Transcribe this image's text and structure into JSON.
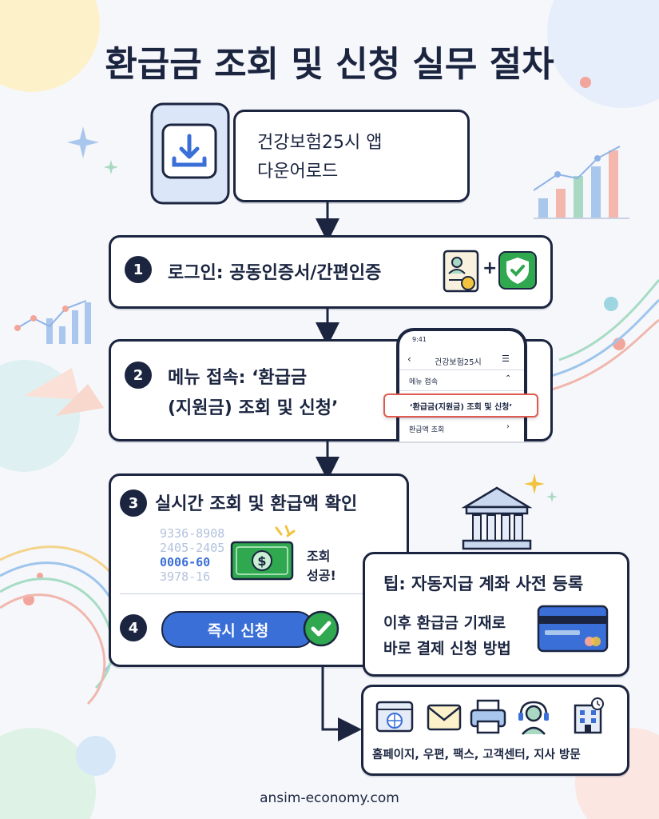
{
  "title": "환급금 조회 및 신청 실무 절차",
  "step0": {
    "line1": "건강보험25시 앱",
    "line2": "다운어로드"
  },
  "step1": {
    "num": "1",
    "label": "로그인: 공동인증서/간편인증",
    "plus": "+"
  },
  "step2": {
    "num": "2",
    "line1": "메뉴 접속: ‘환급금",
    "line2": "(지원금) 조회 및 신청’",
    "phone": {
      "time": "9:41",
      "app_title": "건강보험25시",
      "menu_label": "메뉴 접속",
      "highlight": "‘환급금(지원금) 조회 및 신청’",
      "sub_item": "환급액 조회"
    }
  },
  "step3": {
    "num": "3",
    "label": "실시간 조회 및 환급액 확인",
    "numbers": [
      "9336-8908",
      "2405-2405",
      "0006-60",
      "3978-16"
    ],
    "success_line1": "조회",
    "success_line2": "성공!"
  },
  "step4": {
    "num": "4",
    "button": "즉시 신청"
  },
  "tip": {
    "title": "팁: 자동지급 계좌 사전 등록",
    "line1": "이후 환급금 기재로",
    "line2": "바로 결제 신청 방법"
  },
  "channels": {
    "label": "홈페이지, 우편, 팩스, 고객센터, 지사 방문"
  },
  "footer": "ansim-economy.com",
  "colors": {
    "navy": "#1b2540",
    "blue": "#3a6fd8",
    "green": "#2fa84f"
  }
}
